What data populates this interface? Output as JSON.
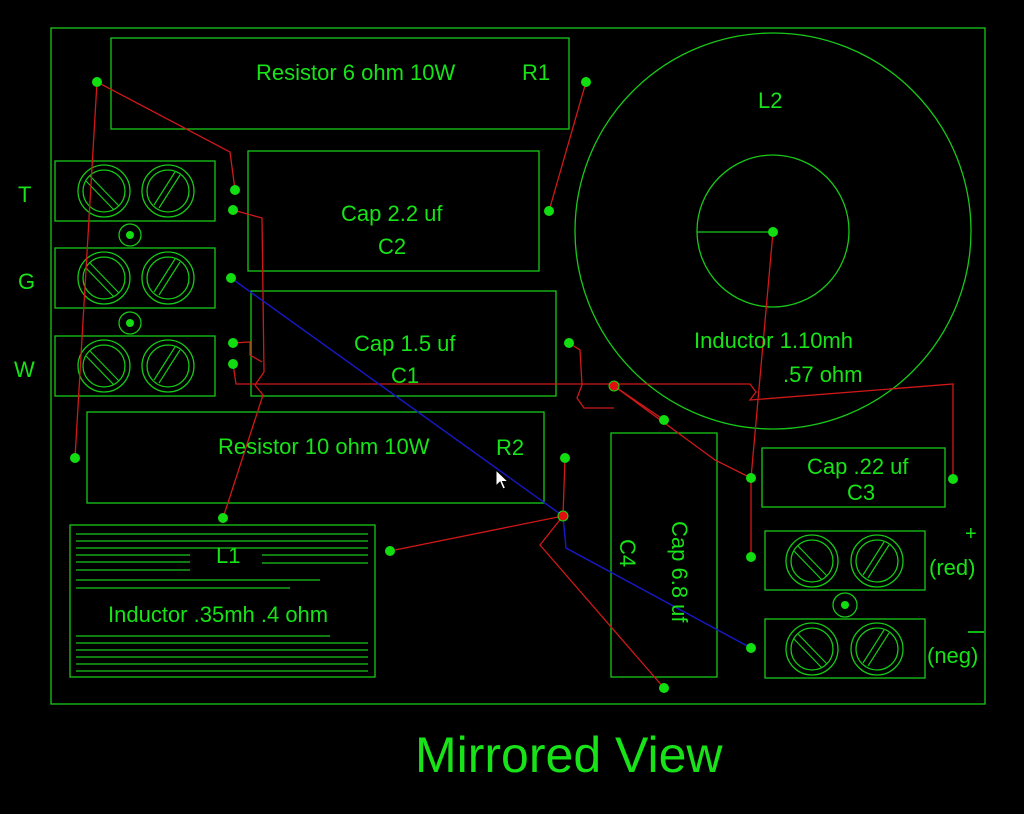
{
  "colors": {
    "background": "#000000",
    "outline": "#18c818",
    "text": "#18e318",
    "node": "#11dd11",
    "wire": "#d01818",
    "ground_wire": "#1818c8",
    "junction": "#e01010"
  },
  "labels": {
    "terminal_T": "T",
    "terminal_G": "G",
    "terminal_W": "W",
    "r1_desc": "Resistor 6 ohm  10W",
    "r1_ref": "R1",
    "c2_desc": "Cap 2.2 uf",
    "c2_ref": "C2",
    "c1_desc": "Cap 1.5 uf",
    "c1_ref": "C1",
    "r2_desc": "Resistor 10 ohm  10W",
    "r2_ref": "R2",
    "l1_ref": "L1",
    "l1_desc": "Inductor .35mh  .4 ohm",
    "l2_ref": "L2",
    "l2_desc_line1": "Inductor 1.10mh",
    "l2_desc_line2": ".57 ohm",
    "c3_desc": "Cap .22 uf",
    "c3_ref": "C3",
    "c4_desc": "Cap 6.8 uf",
    "c4_ref": "C4",
    "out_plus": "+",
    "out_red": "(red)",
    "out_neg": "(neg)",
    "view_title": "Mirrored View"
  },
  "icons": {
    "cursor": "mouse-pointer-icon",
    "screw": "screw-terminal-icon"
  }
}
